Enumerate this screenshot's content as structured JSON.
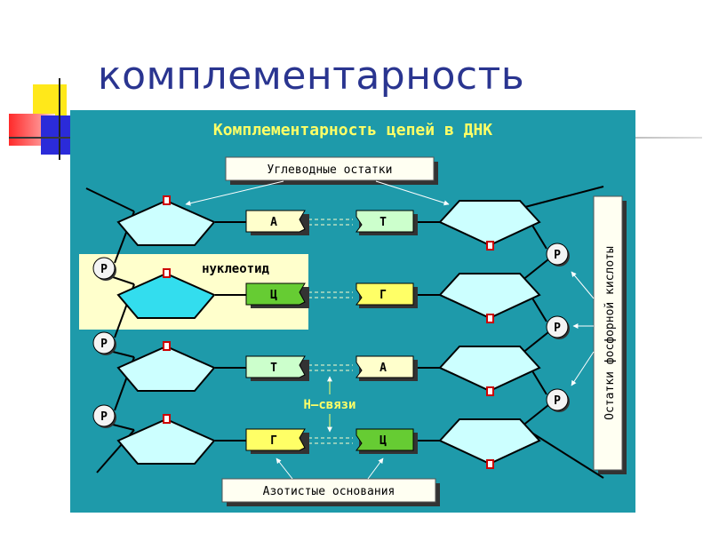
{
  "slide": {
    "title": "комплементарность"
  },
  "diagram": {
    "heading": "Комплементарность цепей в ДНК",
    "labels": {
      "sugar_residues": "Углеводные остатки",
      "nucleotide": "нуклеотид",
      "h_bonds": "Н–связи",
      "nitrogen_bases": "Азотистые основания",
      "phosphate_residues": "Остатки фосфорной кислоты"
    },
    "phosphate_symbol": "Р",
    "base_pairs": [
      {
        "left": "А",
        "right": "Т",
        "left_color": "#ffffcc",
        "right_color": "#ccffcc"
      },
      {
        "left": "Ц",
        "right": "Г",
        "left_color": "#66cc33",
        "right_color": "#ffff66"
      },
      {
        "left": "Т",
        "right": "А",
        "left_color": "#ccffcc",
        "right_color": "#ffffcc"
      },
      {
        "left": "Г",
        "right": "Ц",
        "left_color": "#ffff66",
        "right_color": "#66cc33"
      }
    ],
    "colors": {
      "background": "#1e9aaa",
      "sugar": "#ccffff",
      "highlight_sugar": "#33ddee",
      "highlight_box": "#ffffcc",
      "heading_text": "#ffff66",
      "h_bond_text": "#ffff66",
      "accent_yellow": "#ffe81a",
      "accent_red": "#ff2020",
      "accent_blue": "#2b2bd9"
    }
  }
}
